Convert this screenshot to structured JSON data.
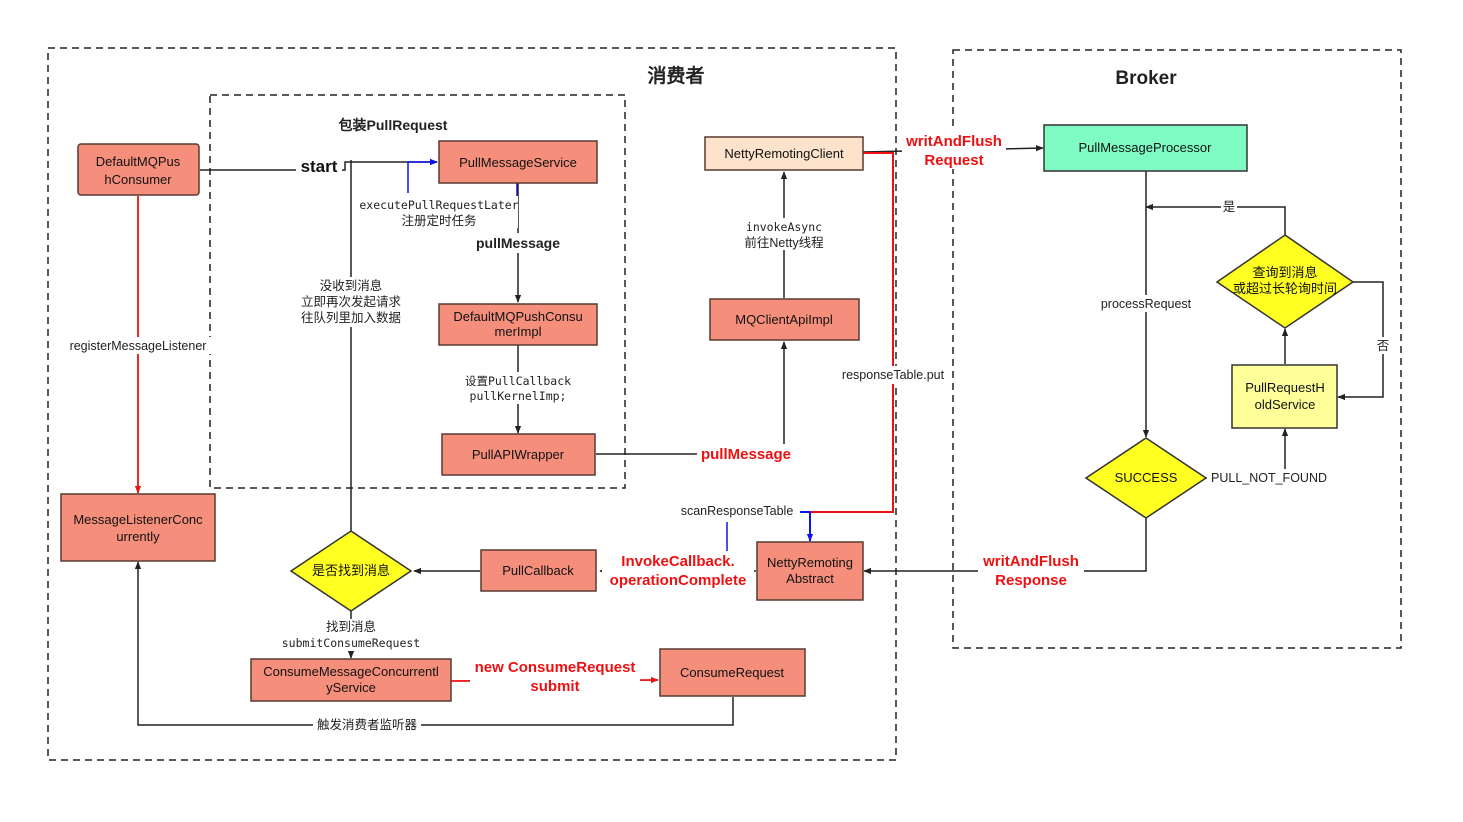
{
  "containers": {
    "consumer": "消费者",
    "broker": "Broker",
    "pull_request_wrap": "包装PullRequest"
  },
  "nodes": {
    "default_push_consumer": [
      "DefaultMQPus",
      "hConsumer"
    ],
    "pull_message_service": "PullMessageService",
    "default_push_consumer_impl": [
      "DefaultMQPushConsu",
      "merImpl"
    ],
    "pull_api_wrapper": "PullAPIWrapper",
    "netty_remoting_client": "NettyRemotingClient",
    "mq_client_api_impl": "MQClientApiImpl",
    "pull_message_processor": "PullMessageProcessor",
    "query_decision": [
      "查询到消息",
      "或超过长轮询时间"
    ],
    "pull_request_hold_service": [
      "PullRequestH",
      "oldService"
    ],
    "success_decision": "SUCCESS",
    "message_listener_concurrently": [
      "MessageListenerConc",
      "urrently"
    ],
    "found_decision": "是否找到消息",
    "pull_callback": "PullCallback",
    "netty_remoting_abstract": [
      "NettyRemoting",
      "Abstract"
    ],
    "consume_message_concurrently_service": [
      "ConsumeMessageConcurrentl",
      "yService"
    ],
    "consume_request": "ConsumeRequest"
  },
  "edges": {
    "start": "start",
    "execute_later": [
      "executePullRequestLater",
      "注册定时任务"
    ],
    "pull_message_bold": "pullMessage",
    "set_callback": [
      "设置PullCallback",
      "pullKernelImp;"
    ],
    "pull_message_red": "pullMessage",
    "invoke_async": [
      "invokeAsync",
      "前往Netty线程"
    ],
    "writ_and_flush_request": [
      "writAndFlush",
      "Request"
    ],
    "response_table_put": "responseTable.put",
    "scan_response_table": "scanResponseTable",
    "process_request": "processRequest",
    "yes": "是",
    "no": "否",
    "pull_not_found": "PULL_NOT_FOUND",
    "writ_and_flush_response": [
      "writAndFlush",
      "Response"
    ],
    "invoke_callback": [
      "InvokeCallback.",
      "operationComplete"
    ],
    "not_received": [
      "没收到消息",
      "立即再次发起请求",
      "往队列里加入数据"
    ],
    "register_listener": "registerMessageListener",
    "found_submit": [
      "找到消息",
      "submitConsumeRequest"
    ],
    "new_consume_request": [
      "new ConsumeRequest",
      "submit"
    ],
    "trigger_listener": "触发消费者监听器"
  },
  "colors": {
    "node_salmon": "#f58f7c",
    "node_border": "#5a3a32",
    "node_cream": "#fde3cb",
    "node_mint": "#7efcc4",
    "decision_yellow": "#ffff22",
    "hold_service": "#ffff99",
    "edge_red": "#ee1111",
    "edge_blue": "#1111ee",
    "edge_dark": "#222222"
  }
}
